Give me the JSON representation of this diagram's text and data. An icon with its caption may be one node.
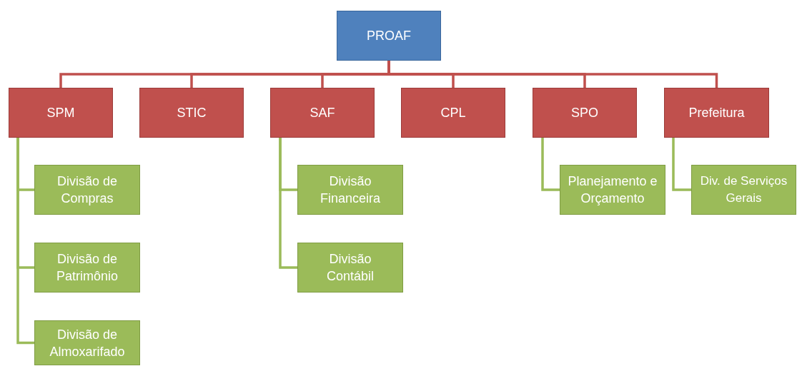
{
  "diagram": {
    "nodes": [
      {
        "text": [
          "PROAF"
        ]
      },
      {
        "text": [
          "SPM"
        ]
      },
      {
        "text": [
          "STIC"
        ]
      },
      {
        "text": [
          "SAF"
        ]
      },
      {
        "text": [
          "CPL"
        ]
      },
      {
        "text": [
          "SPO"
        ]
      },
      {
        "text": [
          "Prefeitura"
        ]
      },
      {
        "text": [
          "Divisão de Compras"
        ]
      },
      {
        "text": [
          "Divisão de Patrimônio"
        ]
      },
      {
        "text": [
          "Divisão de Almoxarifado"
        ]
      },
      {
        "text": [
          "Divisão Financeira"
        ]
      },
      {
        "text": [
          "Divisão Contábil"
        ]
      },
      {
        "text": [
          "Planejamento e Orçamento"
        ]
      },
      {
        "text": [
          "Div. de Serviços Gerais"
        ]
      }
    ],
    "edges": [
      {
        "from": 0,
        "to": 1,
        "arrow": "none",
        "color": "#c0504d"
      },
      {
        "from": 0,
        "to": 2,
        "arrow": "none",
        "color": "#c0504d"
      },
      {
        "from": 0,
        "to": 3,
        "arrow": "none",
        "color": "#c0504d"
      },
      {
        "from": 0,
        "to": 4,
        "arrow": "none",
        "color": "#c0504d"
      },
      {
        "from": 0,
        "to": 5,
        "arrow": "none",
        "color": "#c0504d"
      },
      {
        "from": 0,
        "to": 6,
        "arrow": "none",
        "color": "#c0504d"
      },
      {
        "from": 1,
        "to": 7,
        "arrow": "none",
        "color": "#9bbb59"
      },
      {
        "from": 1,
        "to": 8,
        "arrow": "none",
        "color": "#9bbb59"
      },
      {
        "from": 1,
        "to": 9,
        "arrow": "none",
        "color": "#9bbb59"
      },
      {
        "from": 3,
        "to": 10,
        "arrow": "none",
        "color": "#9bbb59"
      },
      {
        "from": 3,
        "to": 11,
        "arrow": "none",
        "color": "#9bbb59"
      },
      {
        "from": 5,
        "to": 12,
        "arrow": "none",
        "color": "#9bbb59"
      },
      {
        "from": 6,
        "to": 13,
        "arrow": "none",
        "color": "#9bbb59"
      }
    ]
  }
}
